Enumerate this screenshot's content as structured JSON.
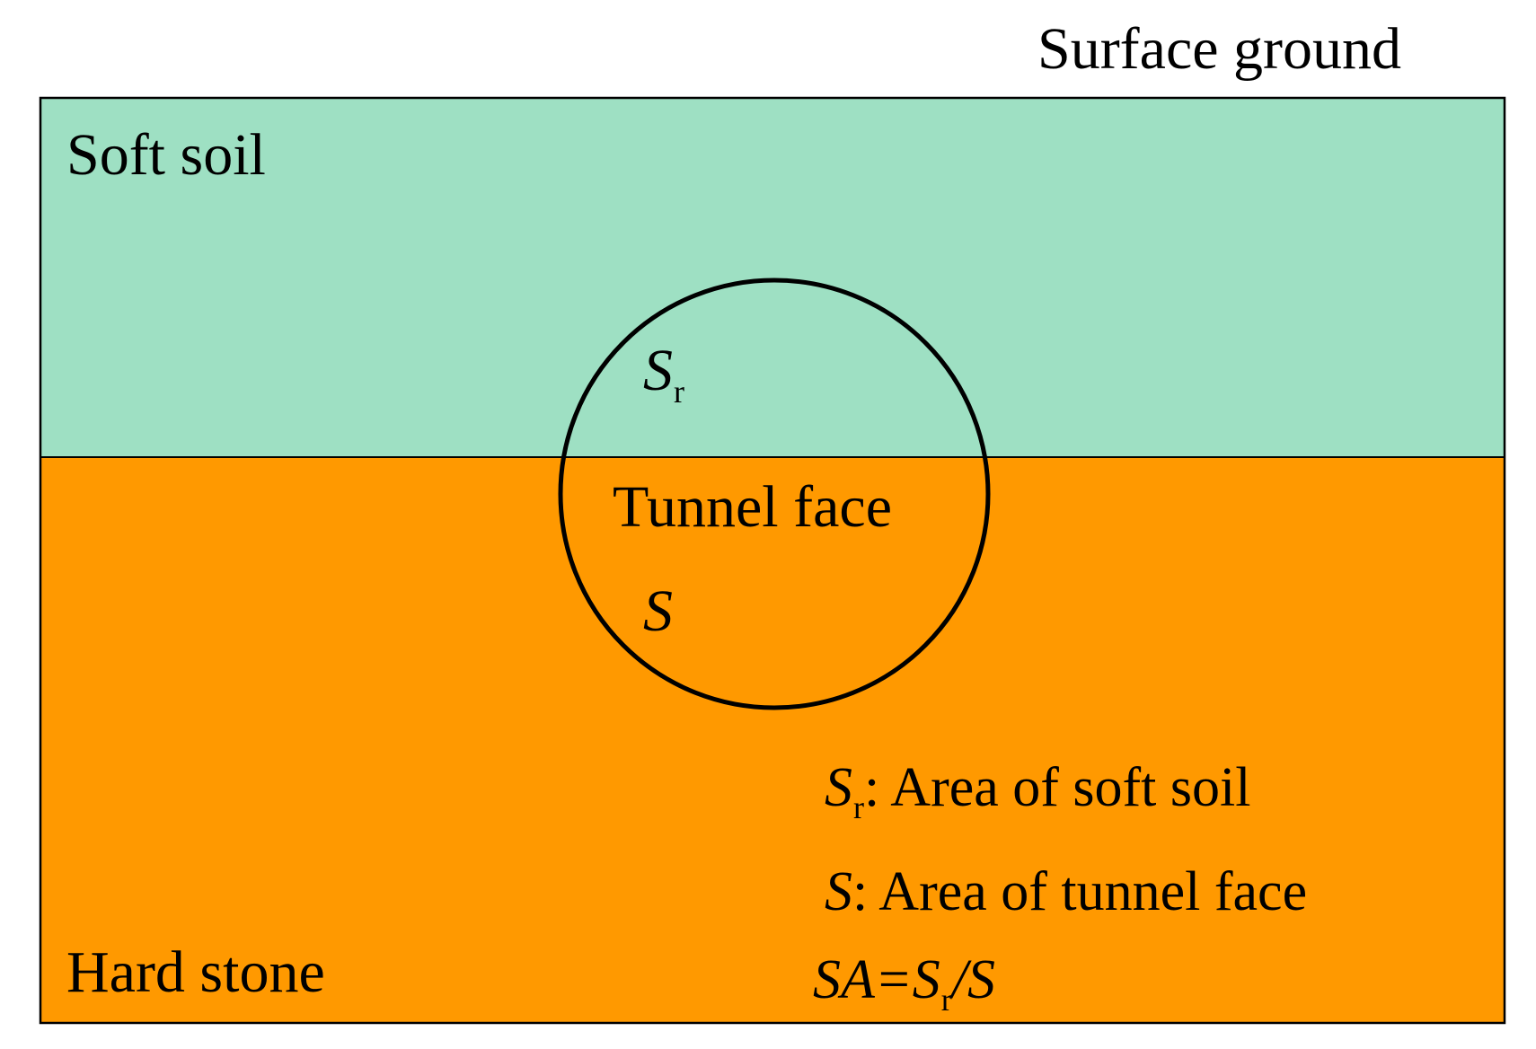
{
  "colors": {
    "soft_soil": "#9ee0c3",
    "hard_stone": "#ff9900",
    "outline": "#000000",
    "background": "#ffffff"
  },
  "labels": {
    "surface_ground": "Surface ground",
    "soft_soil": "Soft soil",
    "hard_stone": "Hard stone",
    "tunnel_face": "Tunnel face",
    "circle_upper_symbol": "S",
    "circle_upper_subscript": "r",
    "circle_lower_symbol": "S"
  },
  "legend": {
    "sr_symbol": "S",
    "sr_subscript": "r",
    "sr_text": ": Area of soft soil",
    "s_symbol": "S",
    "s_text": ": Area of tunnel face"
  },
  "formula": {
    "lhs": "SA",
    "equals": "=",
    "numerator_symbol": "S",
    "numerator_subscript": "r",
    "slash": "/",
    "denominator": "S"
  }
}
